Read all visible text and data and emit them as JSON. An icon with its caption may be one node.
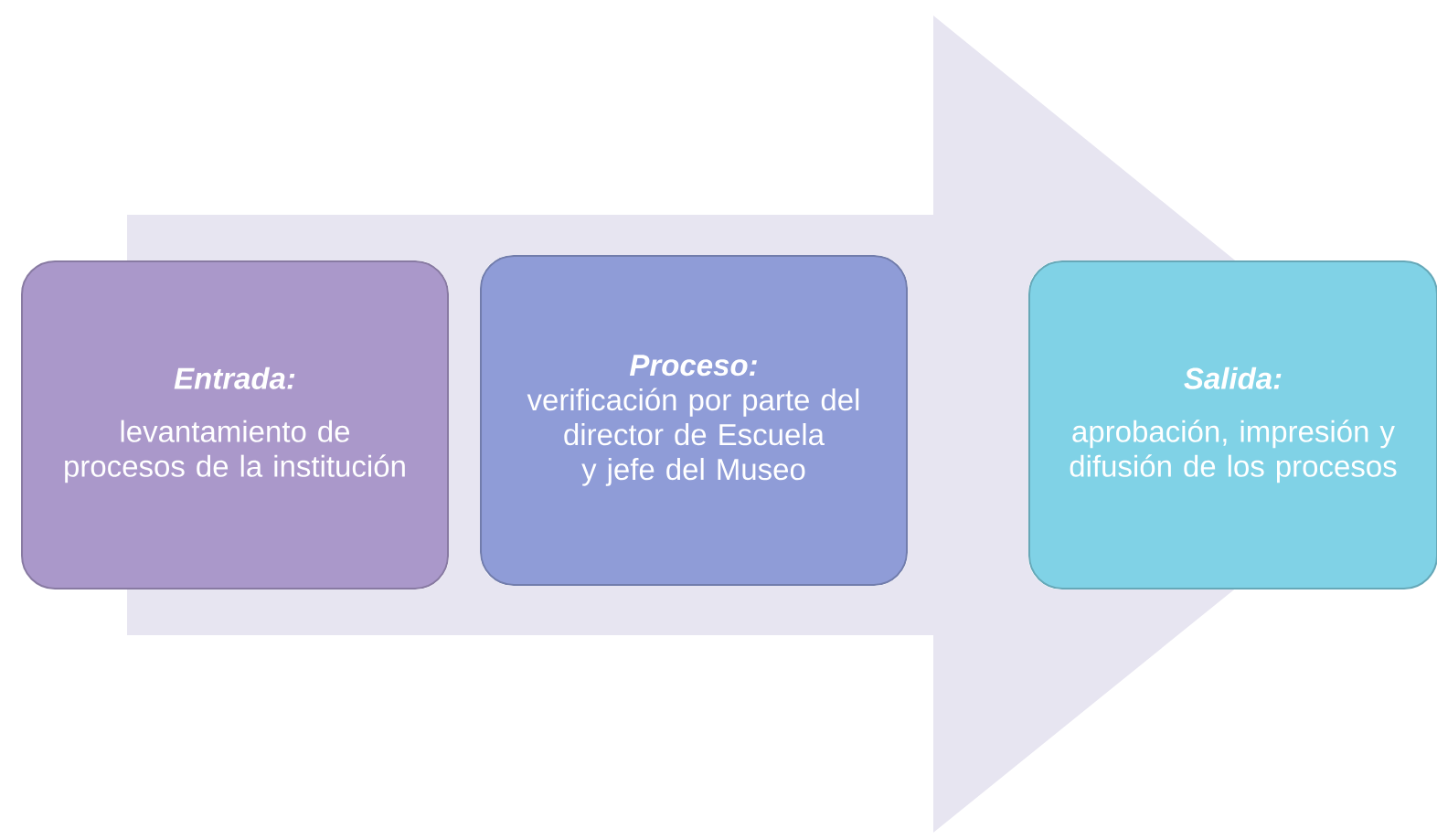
{
  "diagram": {
    "nodes": [
      {
        "text": [
          "Entrada:",
          "levantamiento de procesos de la institución"
        ]
      },
      {
        "text": [
          "Proceso:",
          "verificación por parte del director de Escuela y jefe del Museo"
        ]
      },
      {
        "text": [
          "Salida:",
          "aprobación, impresión y difusión de los procesos"
        ]
      }
    ],
    "edges": [
      {
        "from": 0,
        "to": 2,
        "arrow": "to"
      }
    ]
  }
}
